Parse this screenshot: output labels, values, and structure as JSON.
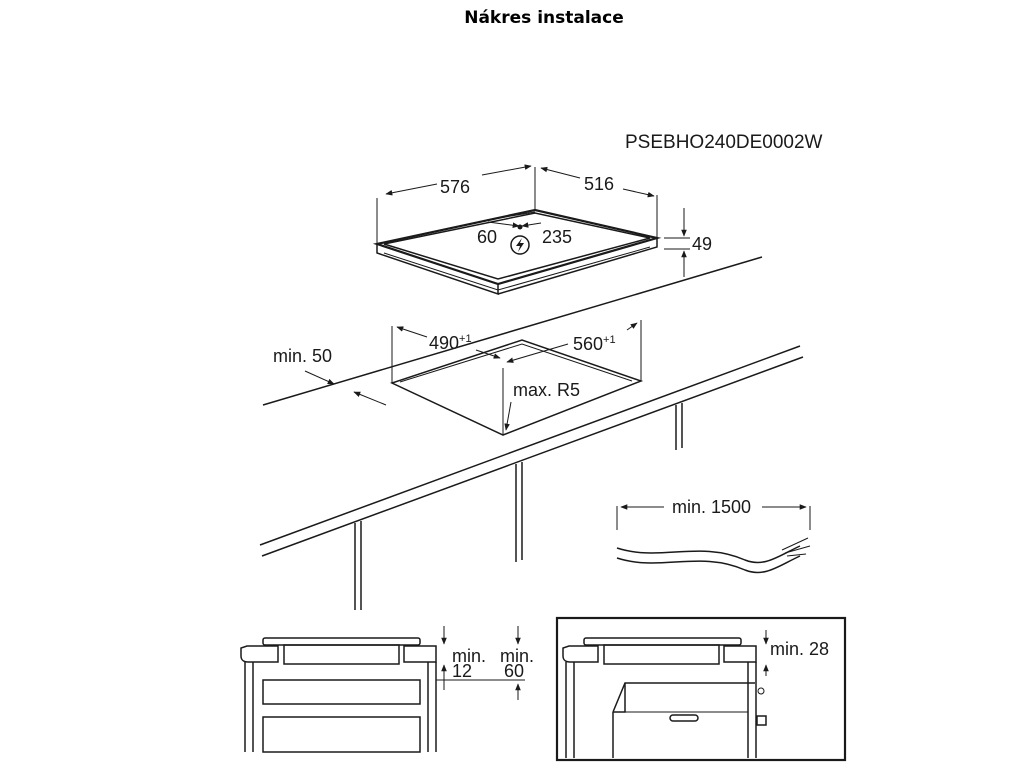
{
  "page": {
    "title": "Nákres instalace"
  },
  "diagram": {
    "model_code": "PSEBHO240DE0002W",
    "hob": {
      "width": "576",
      "depth": "516",
      "height": "49",
      "conn_left": "60",
      "conn_right": "235"
    },
    "cutout": {
      "width": "490",
      "width_tol": "+1",
      "depth": "560",
      "depth_tol": "+1",
      "radius": "max. R5",
      "edge_min": "min. 50"
    },
    "cable": {
      "length": "min. 1500"
    },
    "detail_left": {
      "gap_label": "min.",
      "gap_value": "12",
      "space_label": "min.",
      "space_value": "60"
    },
    "detail_right": {
      "space": "min. 28"
    }
  }
}
